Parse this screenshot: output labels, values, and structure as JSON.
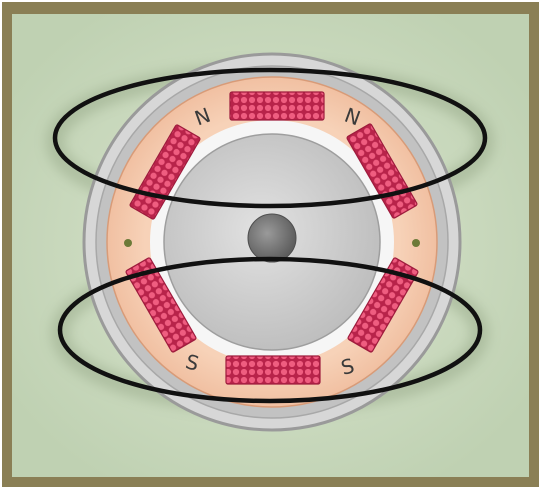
{
  "diagram": {
    "pole_labels": {
      "north_left": "N",
      "north_right": "N",
      "south_left": "S",
      "south_right": "S"
    },
    "colors": {
      "frame": "#8a7f55",
      "panel": "#c9d9bd",
      "outer_ring": "#c6c6c6",
      "stator": "#f4c7a8",
      "gap": "#f6f6f6",
      "rotor": "#cfcfcf",
      "shaft": "#7a7a7a",
      "coil": "#e0446a",
      "flux_line": "#111111"
    }
  }
}
